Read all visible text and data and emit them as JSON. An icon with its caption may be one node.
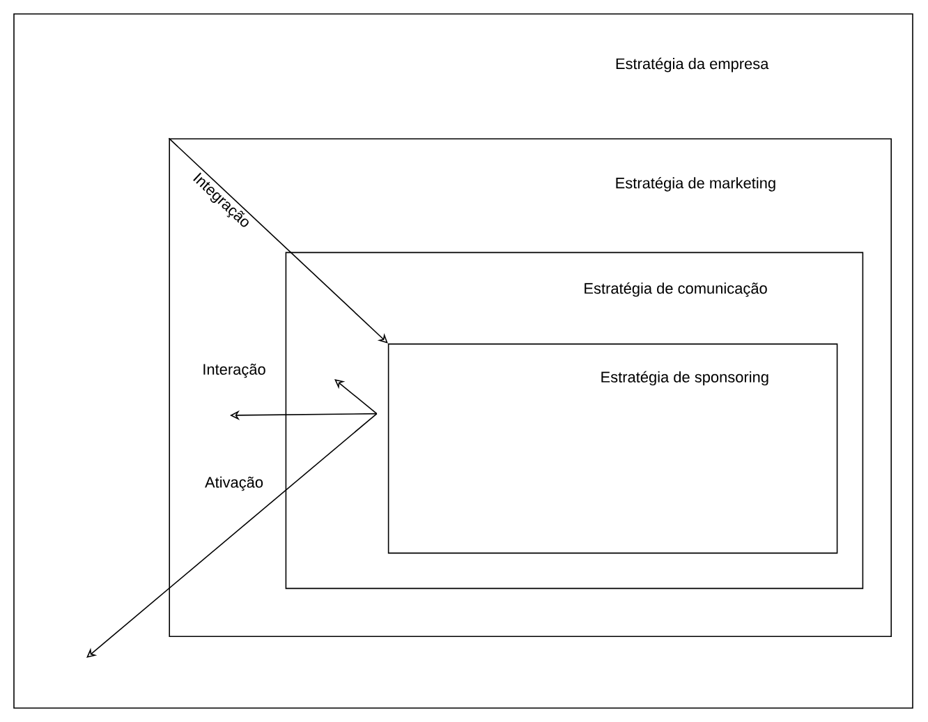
{
  "diagram": {
    "nodes": [
      {
        "text": [
          "Estratégia da empresa"
        ]
      },
      {
        "text": [
          "Estratégia de marketing"
        ],
        "in": 0
      },
      {
        "text": [
          "Estratégia de comunicação"
        ],
        "in": 1
      },
      {
        "text": [
          "Estratégia de sponsoring"
        ],
        "in": 2
      }
    ],
    "edges": [
      {
        "from": 1,
        "to": 3,
        "arrow": "to",
        "label": "Integração"
      },
      {
        "from": 3,
        "to": null,
        "arrow": "to"
      },
      {
        "from": 3,
        "to": null,
        "arrow": "to"
      },
      {
        "from": 3,
        "to": null,
        "arrow": "to"
      }
    ],
    "labels": [
      "Interação",
      "Ativação"
    ]
  }
}
